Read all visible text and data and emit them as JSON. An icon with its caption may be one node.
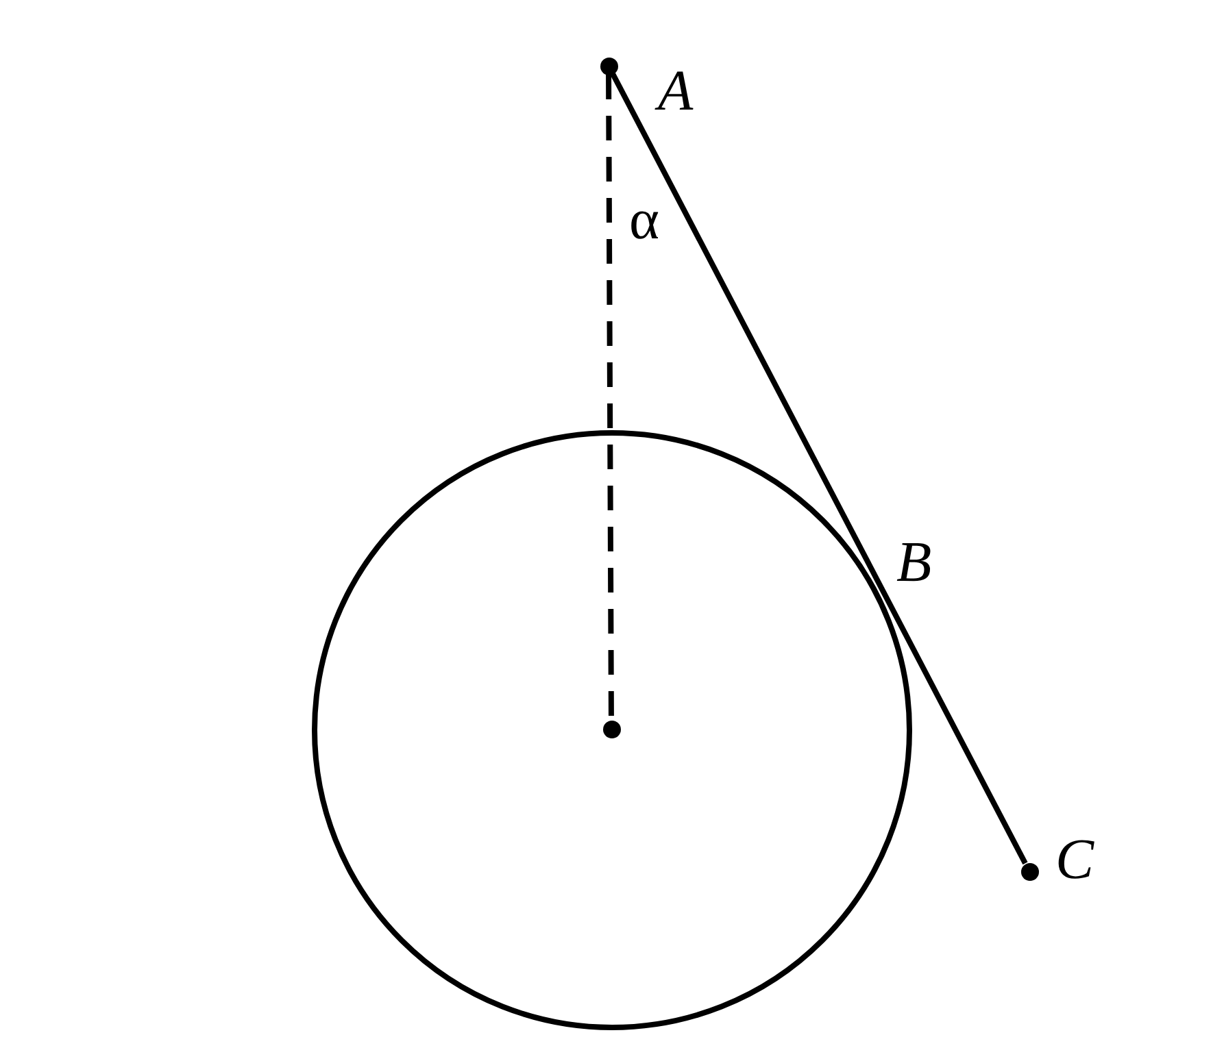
{
  "diagram": {
    "nodes": [
      {
        "text": [],
        "shape": "circle",
        "beside": [
          "A"
        ]
      },
      {
        "text": [],
        "shape": "circle",
        "beside": [
          "C"
        ]
      },
      {
        "text": [],
        "shape": "circle"
      }
    ],
    "edges": [
      {
        "from": 0,
        "to": 1,
        "arrow": "none"
      },
      {
        "from": 0,
        "to": 2,
        "arrow": "none",
        "style": "dashed"
      }
    ],
    "labels": [
      "α",
      "B"
    ]
  }
}
